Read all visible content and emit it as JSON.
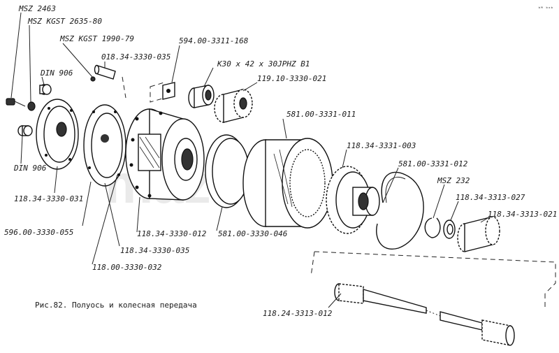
{
  "labels": {
    "msz2463": "MSZ 2463",
    "kgst2635": "MSZ KGST 2635-80",
    "kgst1990": "MSZ KGST 1990-79",
    "p018_34_3330_035": "018.34-3330-035",
    "p594_00_3311_168": "594.00-3311-168",
    "k30": "K30 x 42 x 30JPHZ B1",
    "p119_10_3330_021": "119.10-3330-021",
    "din906_top": "DIN 906",
    "din906_left": "DIN 906",
    "p581_00_3331_011": "581.00-3331-011",
    "p118_34_3331_003": "118.34-3331-003",
    "p581_00_3331_012": "581.00-3331-012",
    "msz232": "MSZ 232",
    "p118_34_3313_027": "118.34-3313-027",
    "p118_34_3313_021": "118.34-3313-021",
    "p118_34_3330_031": "118.34-3330-031",
    "p596_00_3330_055": "596.00-3330-055",
    "p118_34_3330_012": "118.34-3330-012",
    "p118_34_3330_035": "118.34-3330-035",
    "p118_00_3330_032": "118.00-3330-032",
    "p581_00_3330_046": "581.00-3330-046",
    "p118_24_3313_012": "118.24-3313-012"
  },
  "caption": "Рис.82. Полуось и колесная передача",
  "watermark": "mazik.by",
  "corner_mark": "ᵇᴹ ᵇᵒᵇ"
}
